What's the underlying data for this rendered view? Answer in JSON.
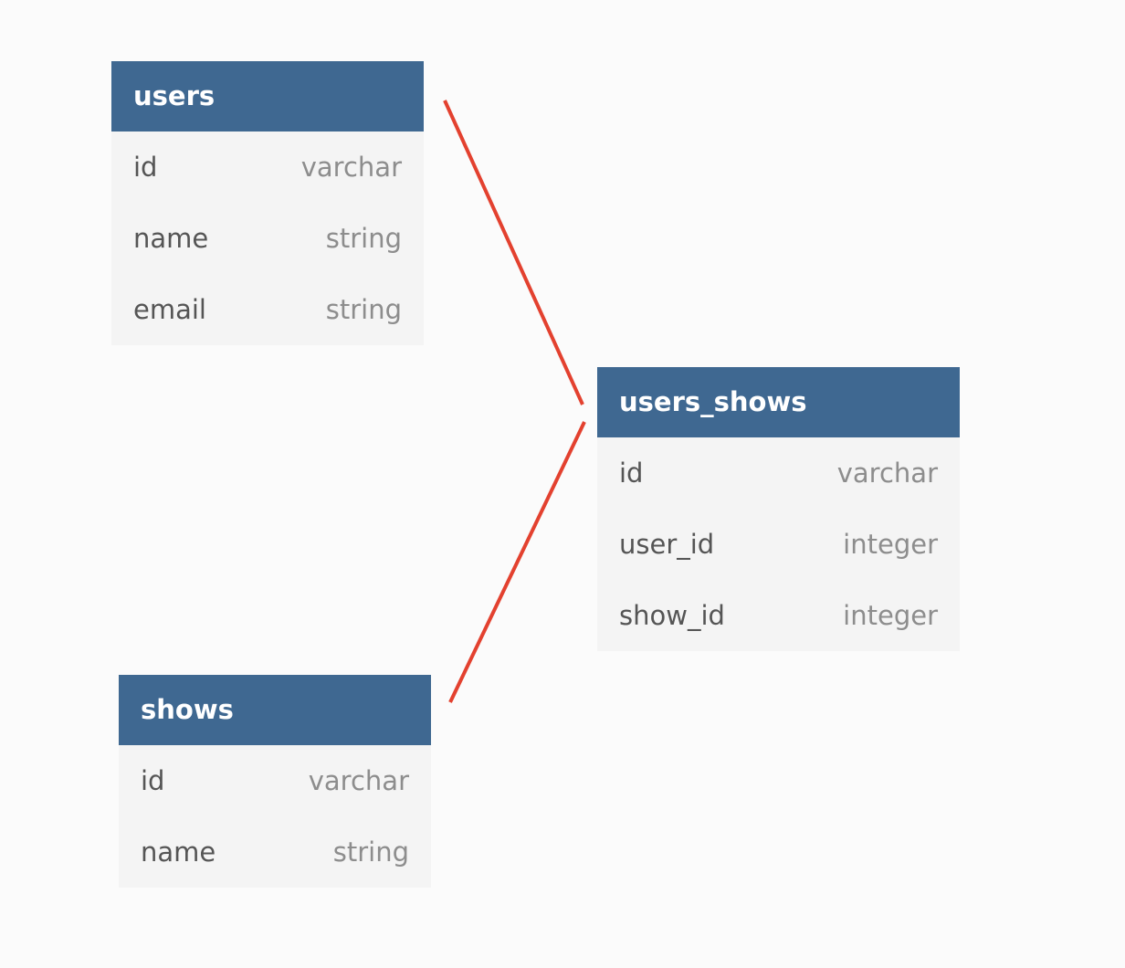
{
  "tables": {
    "users": {
      "title": "users",
      "columns": [
        {
          "name": "id",
          "type": "varchar"
        },
        {
          "name": "name",
          "type": "string"
        },
        {
          "name": "email",
          "type": "string"
        }
      ]
    },
    "users_shows": {
      "title": "users_shows",
      "columns": [
        {
          "name": "id",
          "type": "varchar"
        },
        {
          "name": "user_id",
          "type": "integer"
        },
        {
          "name": "show_id",
          "type": "integer"
        }
      ]
    },
    "shows": {
      "title": "shows",
      "columns": [
        {
          "name": "id",
          "type": "varchar"
        },
        {
          "name": "name",
          "type": "string"
        }
      ]
    }
  },
  "relations": [
    {
      "from": "users",
      "to": "users_shows"
    },
    {
      "from": "shows",
      "to": "users_shows"
    }
  ],
  "colors": {
    "header": "#3f6891",
    "body": "#f4f4f4",
    "relation": "#e3412f",
    "background": "#fbfbfb"
  }
}
